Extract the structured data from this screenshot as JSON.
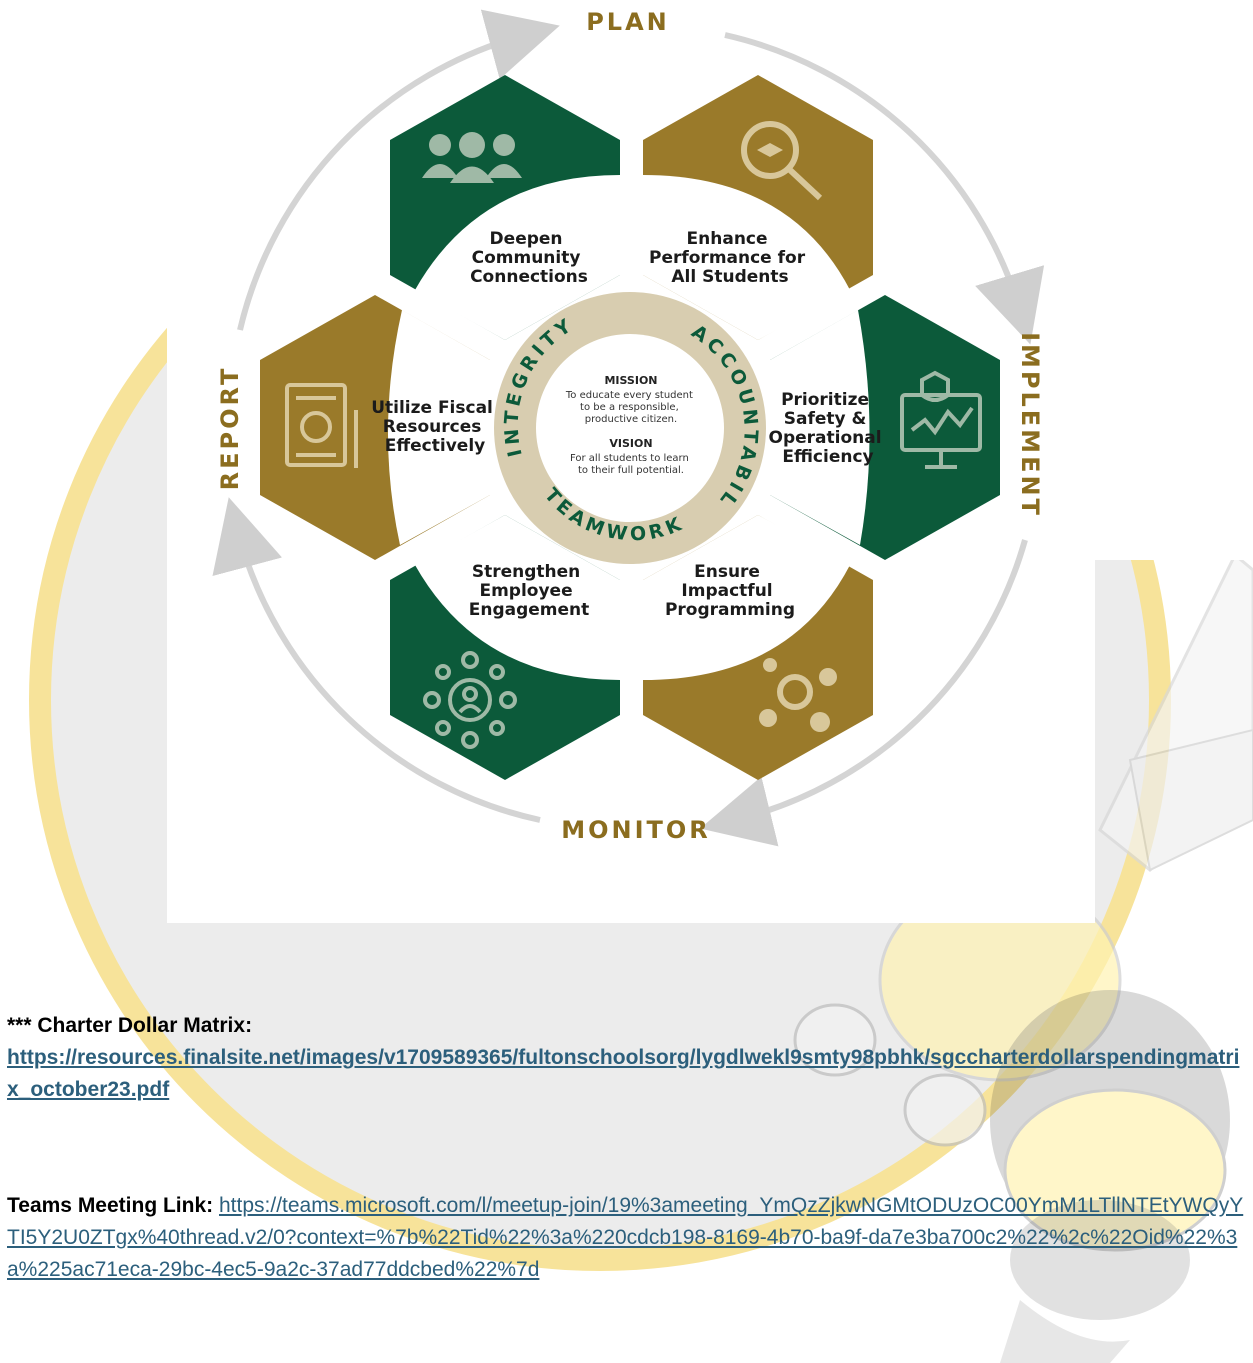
{
  "diagram": {
    "cycle": {
      "plan": "PLAN",
      "implement": "IMPLEMENT",
      "monitor": "MONITOR",
      "report": "REPORT"
    },
    "hexagons": {
      "community": [
        "Deepen",
        "Community",
        "Connections"
      ],
      "performance": [
        "Enhance",
        "Performance for",
        "All Students"
      ],
      "safety": [
        "Prioritize",
        "Safety &",
        "Operational",
        "Efficiency"
      ],
      "programming": [
        "Ensure",
        "Impactful",
        "Programming"
      ],
      "employee": [
        "Strengthen",
        "Employee",
        "Engagement"
      ],
      "fiscal": [
        "Utilize Fiscal",
        "Resources",
        "Effectively"
      ]
    },
    "ring": {
      "integrity": "INTEGRITY",
      "accountability": "ACCOUNTABILITY",
      "teamwork": "TEAMWORK"
    },
    "mission": {
      "title": "MISSION",
      "lines": [
        "To educate every student",
        "to be a responsible,",
        "productive citizen."
      ]
    },
    "vision": {
      "title": "VISION",
      "lines": [
        "For all students to learn",
        "to their full potential."
      ]
    },
    "colors": {
      "green": "#0c5a3a",
      "gold": "#9a7a2a",
      "cycle_text": "#8b6d1f"
    }
  },
  "charter": {
    "label": "*** Charter Dollar Matrix:",
    "url": "https://resources.finalsite.net/images/v1709589365/fultonschoolsorg/lygdlwekl9smty98pbhk/sgccharterdollarspendingmatrix_october23.pdf"
  },
  "teams": {
    "label": "Teams Meeting Link:",
    "url": "https://teams.microsoft.com/l/meetup-join/19%3ameeting_YmQzZjkwNGMtODUzOC00YmM1LTllNTEtYWQyYTI5Y2U0ZTgx%40thread.v2/0?context=%7b%22Tid%22%3a%220cdcb198-8169-4b70-ba9f-da7e3ba700c2%22%2c%22Oid%22%3a%225ac71eca-29bc-4ec5-9a2c-37ad77ddcbed%22%7d"
  }
}
